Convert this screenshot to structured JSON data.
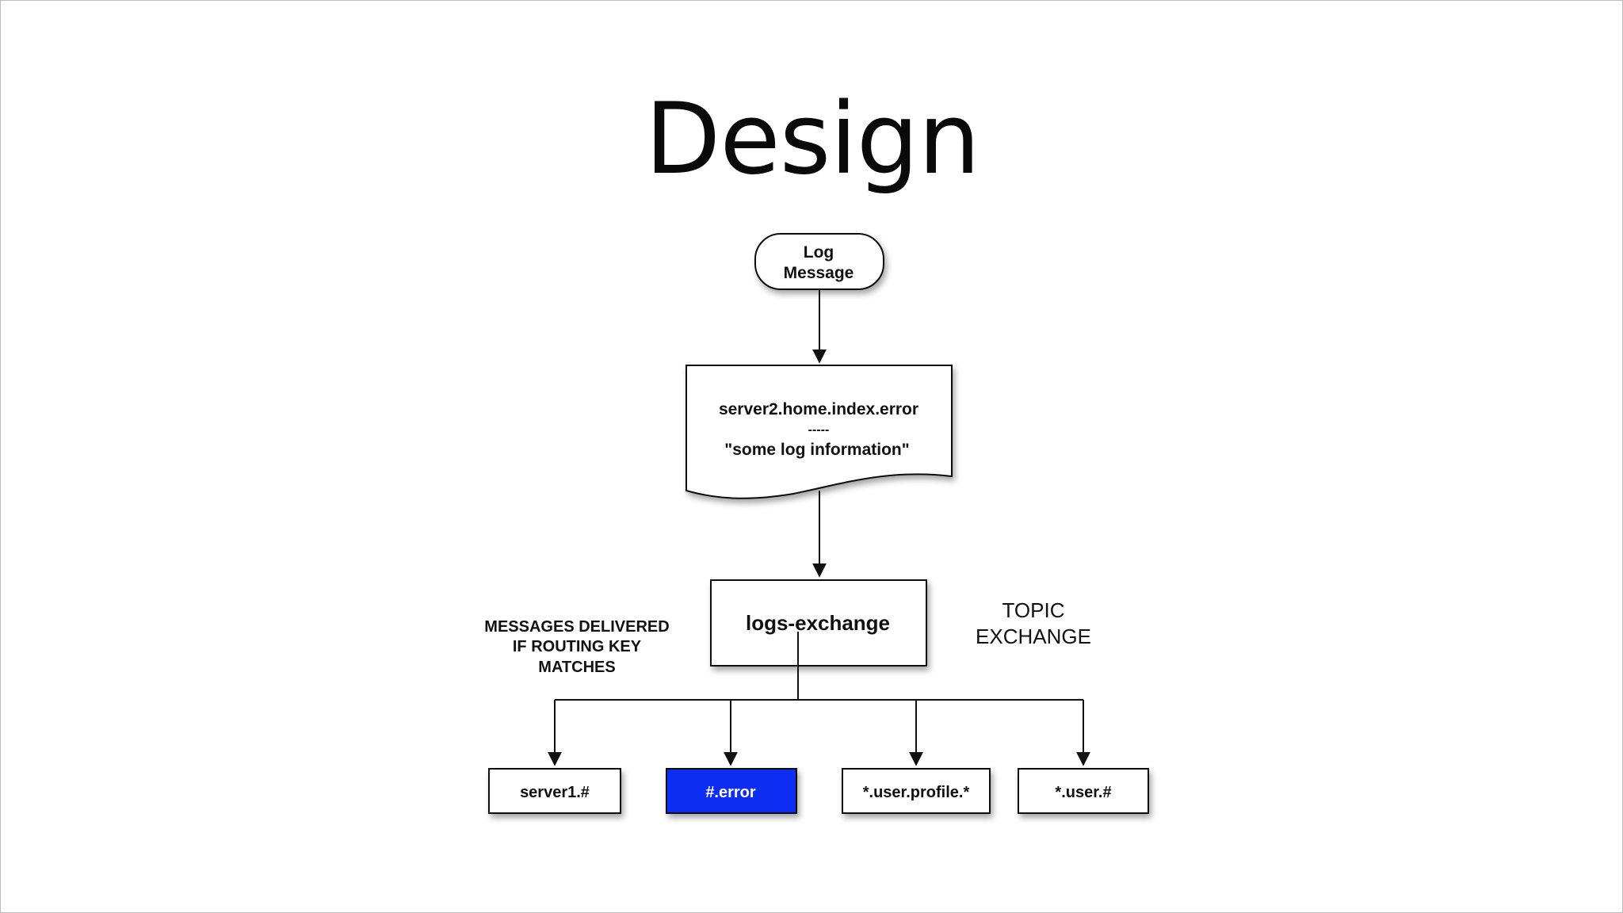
{
  "slide": {
    "title": "Design"
  },
  "diagram": {
    "log_message": {
      "line1": "Log",
      "line2": "Message"
    },
    "message_document": {
      "routing_key": "server2.home.index.error",
      "separator": "-----",
      "payload": "\"some log information\""
    },
    "exchange": {
      "name": "logs-exchange",
      "type_line1": "TOPIC",
      "type_line2": "EXCHANGE"
    },
    "note": {
      "line1": "MESSAGES DELIVERED",
      "line2": "IF ROUTING KEY",
      "line3": "MATCHES"
    },
    "bindings": [
      {
        "label": "server1.#",
        "highlighted": false
      },
      {
        "label": "#.error",
        "highlighted": true
      },
      {
        "label": "*.user.profile.*",
        "highlighted": false
      },
      {
        "label": "*.user.#",
        "highlighted": false
      }
    ],
    "colors": {
      "highlight": "#0b2ff2",
      "highlight_text": "#ffffff",
      "line": "#111111",
      "box_fill": "#ffffff"
    }
  }
}
